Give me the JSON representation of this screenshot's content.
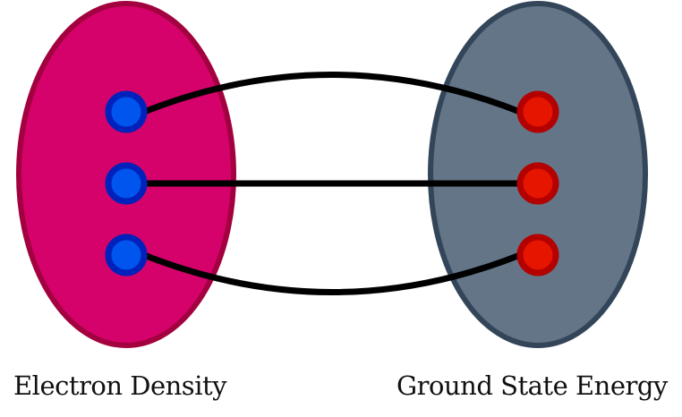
{
  "diagram": {
    "title": "",
    "sets": [
      {
        "id": "left",
        "label": "Electron Density",
        "fill": "#d4026a",
        "stroke": "#a3003f",
        "node_fill": "#0055ee",
        "node_stroke": "#0022bb",
        "nodes": 3
      },
      {
        "id": "right",
        "label": "Ground State Energy",
        "fill": "#637587",
        "stroke": "#334559",
        "node_fill": "#e61500",
        "node_stroke": "#b30000",
        "nodes": 3
      }
    ],
    "mappings": [
      {
        "from": 0,
        "to": 0,
        "shape": "arc-up"
      },
      {
        "from": 1,
        "to": 1,
        "shape": "straight"
      },
      {
        "from": 2,
        "to": 2,
        "shape": "arc-down"
      }
    ],
    "line_color": "#000000"
  }
}
